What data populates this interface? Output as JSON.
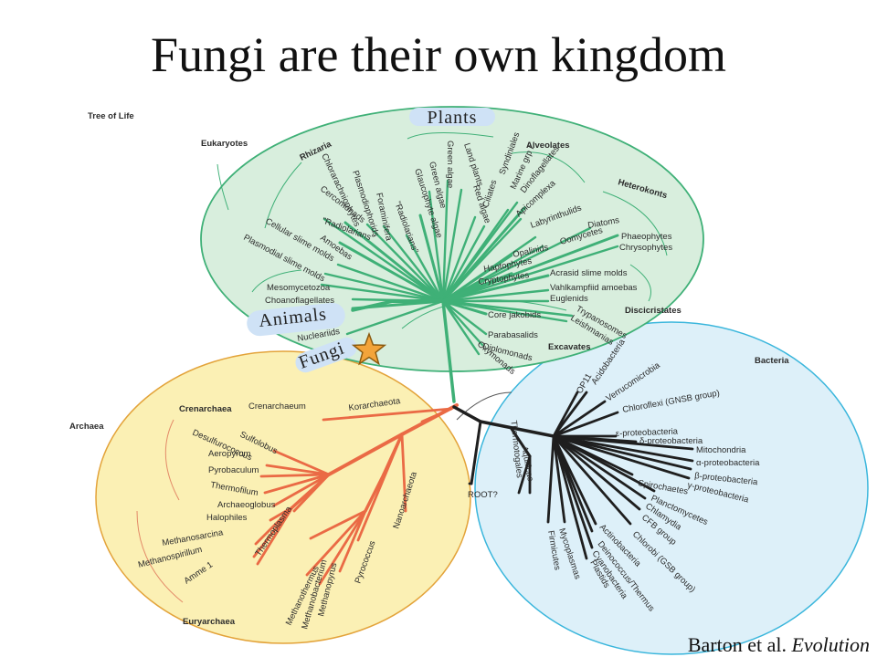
{
  "title": "Fungi are their own kingdom",
  "citation": {
    "authors": "Barton et al.",
    "work": "Evolution"
  },
  "colors": {
    "eukaryote": "#3fb077",
    "eukaryote_fill": "#d8eedd",
    "archaea": "#ea6a45",
    "archaea_fill": "#fbf0b4",
    "bacteria": "#1f1f1f",
    "bacteria_fill": "#ddf0f9",
    "bacteria_edge": "#3ab6dc",
    "star": "#f3a43a",
    "highlight": "#cfe2f6"
  },
  "diagram": {
    "heading": "Tree of Life",
    "domains": {
      "eukaryotes": "Eukaryotes",
      "archaea": "Archaea",
      "bacteria": "Bacteria"
    },
    "callouts": {
      "plants": "Plants",
      "animals": "Animals",
      "fungi": "Fungi"
    },
    "groups": {
      "rhizaria": "Rhizaria",
      "alveolates": "Alveolates",
      "heterokonts": "Heterokonts",
      "discicristates": "Discicristates",
      "excavates": "Excavates",
      "crenarchaea": "Crenarchaea",
      "euryarchaea": "Euryarchaea"
    },
    "eukaryote_labels": [
      "Chlorarachniophytes",
      "Plasmodiophorids",
      "Foraminifera",
      "\"Radiolarians\"",
      "Cercomonads",
      "\"Radiolarians\"",
      "Amoebas",
      "Cellular slime molds",
      "Plasmodial slime molds",
      "Mesomycetozoa",
      "Choanoflagellates",
      "Nucleariids",
      "Green algae",
      "Land plants",
      "Green algae",
      "Glaucophyte algae",
      "Red algae",
      "Ciliates",
      "Syndiniales",
      "Marine grp I",
      "Dinoflagellates",
      "Apicomplexa",
      "Labyrinthulids",
      "Oomycetes",
      "Diatoms",
      "Phaeophytes",
      "Chrysophytes",
      "Opalinids",
      "Haptophytes",
      "Cryptophytes",
      "Acrasid slime molds",
      "Vahlkampfiid amoebas",
      "Euglenids",
      "Trypanosomes",
      "Leishmanias",
      "Core jakobids",
      "Parabasalids",
      "Diplomonads",
      "Oxymonads"
    ],
    "archaea_labels": [
      "Crenarchaeum",
      "Korarchaeota",
      "Sulfolobus",
      "Desulfurococcus",
      "Aeropyrum",
      "Pyrobaculum",
      "Thermofilum",
      "Archaeoglobus",
      "Halophiles",
      "Methanosarcina",
      "Methanospirillum",
      "Amme 1",
      "Thermoplasma",
      "Methanothermus",
      "Methanobacterium",
      "Methanopyrus",
      "Pyrococcus",
      "Nanoarchaeota"
    ],
    "bacteria_labels": [
      "OP11",
      "Acidobacteria",
      "Verrucomicrobia",
      "Chloroflexi (GNSB group)",
      "ε-proteobacteria",
      "δ-proteobacteria",
      "Mitochondria",
      "α-proteobacteria",
      "β-proteobacteria",
      "γ-proteobacteria",
      "Spirochaetes",
      "Planctomycetes",
      "Chlamydia",
      "CFB group",
      "Chlorobi (GSB group)",
      "Actinobacteria",
      "Deinococcus/Thermus",
      "Cyanobacteria",
      "Plastids",
      "Mycoplasmas",
      "Firmicutes",
      "Thermotogales",
      "Aquificae",
      "ROOT?"
    ]
  }
}
